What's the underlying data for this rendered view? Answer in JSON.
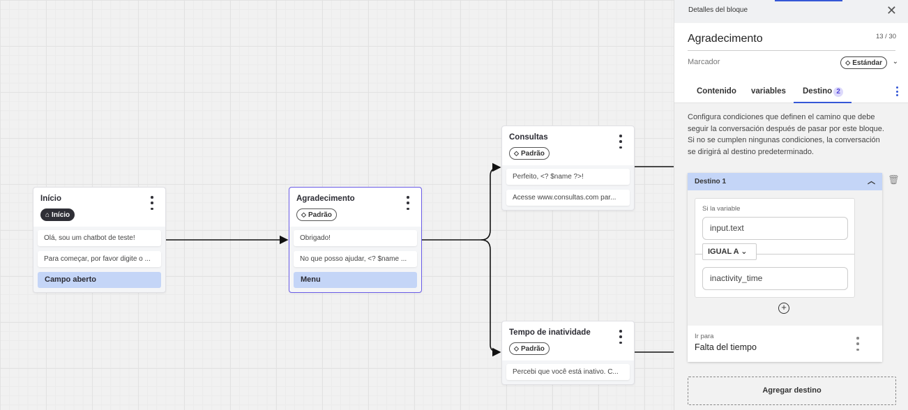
{
  "nodes": [
    {
      "title": "Início",
      "badge": "Início",
      "badge_icon": "home-icon",
      "messages": [
        "Olá, sou um chatbot de teste!",
        "Para começar, por favor digite o ..."
      ],
      "field": "Campo aberto"
    },
    {
      "title": "Agradecimento",
      "badge": "Padrão",
      "badge_icon": "tag-icon",
      "messages": [
        "Obrigado!",
        "No que posso ajudar, <? $name ..."
      ],
      "field": "Menu",
      "selected": true
    },
    {
      "title": "Consultas",
      "badge": "Padrão",
      "badge_icon": "tag-icon",
      "messages": [
        "Perfeito, <? $name ?>!",
        "Acesse www.consultas.com par..."
      ]
    },
    {
      "title": "Tempo de inatividade",
      "badge": "Padrão",
      "badge_icon": "tag-icon",
      "messages": [
        "Percebi que você está inativo. C..."
      ]
    }
  ],
  "panel": {
    "header": "Detalles del bloque",
    "name": "Agradecimento",
    "counter": "13 / 30",
    "marker_label": "Marcador",
    "marker_value": "Estándar",
    "tabs": [
      {
        "label": "Contenido"
      },
      {
        "label": "variables"
      },
      {
        "label": "Destino",
        "count": "2",
        "active": true
      }
    ],
    "description": "Configura condiciones que definen el camino que debe seguir la conversación después de pasar por este bloque. Si no se cumplen ningunas condiciones, la conversación se dirigirá al destino predeterminado.",
    "destination": {
      "title": "Destino 1",
      "if_label": "Si la variable",
      "variable": "input.text",
      "operator": "IGUAL A",
      "value": "inactivity_time",
      "goto_label": "Ir para",
      "goto_value": "Falta del tiempo"
    },
    "add_destination": "Agregar destino"
  },
  "colors": {
    "accent": "#3557d6",
    "selected_border": "#6a5ce8",
    "field_bg": "#c4d5f7"
  }
}
